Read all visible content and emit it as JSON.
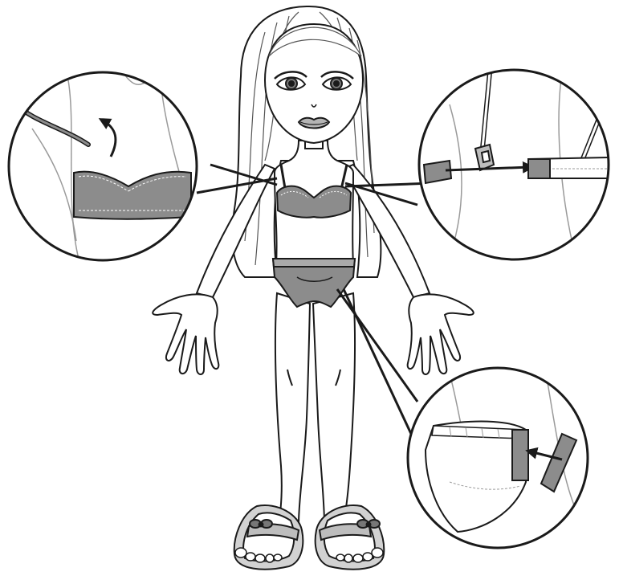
{
  "illustration": {
    "subject": "",
    "palette": {
      "line": "#1a1a1a",
      "fabric": "#8c8c8c",
      "fabric_light": "#a9a9a9",
      "skin": "#ffffff",
      "body_bg": "#ffffff",
      "hair_line": "#555555",
      "lips": "#b4b4b4",
      "sandal": "#d2d2d2",
      "inset_ghost": "#9a9a9a"
    },
    "insets": [
      {
        "id": "bra-front",
        "icon": "bra-neck-strap-icon",
        "arrow": "curved-up"
      },
      {
        "id": "bra-back-clasp",
        "icon": "hook-clasp-icon",
        "arrow": "right"
      },
      {
        "id": "briefs-closure",
        "icon": "velcro-tab-icon",
        "arrow": "left"
      }
    ]
  }
}
